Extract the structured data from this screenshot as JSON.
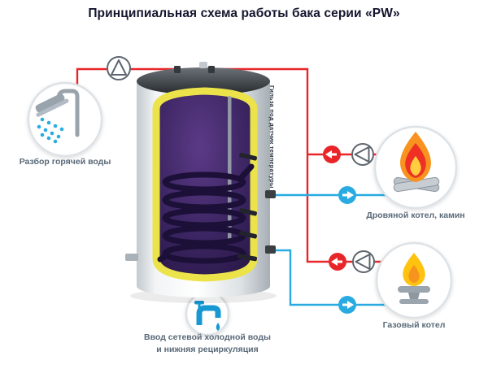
{
  "title": "Принципиальная схема работы бака серии «PW»",
  "tank": {
    "sensor_label": "Гильза под датчик температуры"
  },
  "nodes": {
    "hot_water": {
      "label": "Разбор горячей воды"
    },
    "cold_water": {
      "line1": "Ввод сетевой холодной воды",
      "line2": "и нижняя рециркуляция"
    },
    "wood_boiler": {
      "label": "Дровяной котел, камин"
    },
    "gas_boiler": {
      "label": "Газовый котел"
    }
  },
  "colors": {
    "hot": "#e8262a",
    "cold": "#29abe2",
    "insulation": "#ece34a",
    "interior": "#41265c",
    "label_text": "#5a6a78"
  }
}
